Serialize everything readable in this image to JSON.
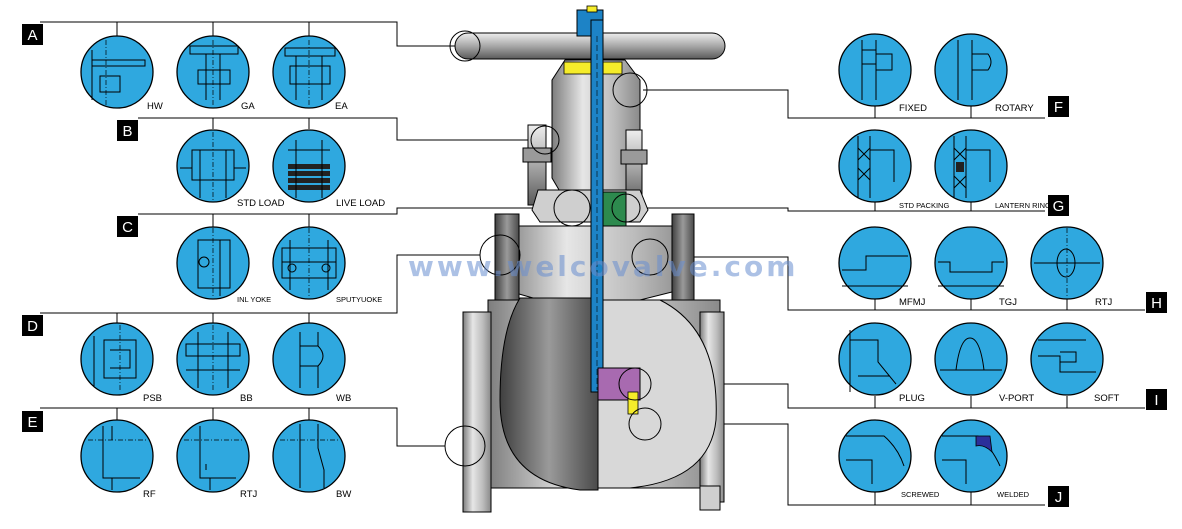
{
  "watermark": "www.welcovalve.com",
  "sections": [
    {
      "badge": "A",
      "options": [
        "HW",
        "GA",
        "EA"
      ]
    },
    {
      "badge": "B",
      "options": [
        "STD LOAD",
        "LIVE LOAD"
      ]
    },
    {
      "badge": "C",
      "options": [
        "INL YOKE",
        "SPUTYUOKE"
      ]
    },
    {
      "badge": "D",
      "options": [
        "PSB",
        "BB",
        "WB"
      ]
    },
    {
      "badge": "E",
      "options": [
        "RF",
        "RTJ",
        "BW"
      ]
    },
    {
      "badge": "F",
      "options": [
        "FIXED",
        "ROTARY"
      ]
    },
    {
      "badge": "G",
      "options": [
        "STD PACKING",
        "LANTERN RING"
      ]
    },
    {
      "badge": "H",
      "options": [
        "MFMJ",
        "TGJ",
        "RTJ"
      ]
    },
    {
      "badge": "I",
      "options": [
        "PLUG",
        "V-PORT",
        "SOFT"
      ]
    },
    {
      "badge": "J",
      "options": [
        "SCREWED",
        "WELDED"
      ]
    }
  ],
  "colors": {
    "disc": "#2fa8df",
    "stem": "#1d83c6",
    "body": "#c8c8c8",
    "badge": "#000000",
    "seat": "#a86ab0",
    "packing": "#2d8a4e",
    "yellow": "#f5ec2a"
  }
}
